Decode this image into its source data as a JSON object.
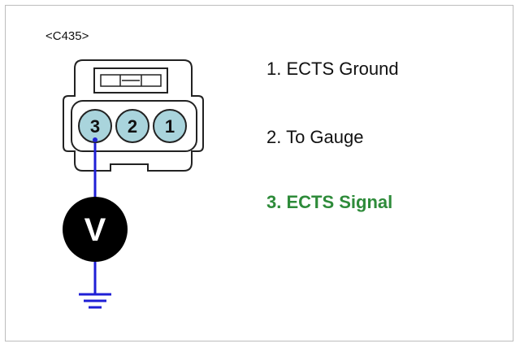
{
  "connector": {
    "label": "<C435>"
  },
  "pins": [
    {
      "number": "3"
    },
    {
      "number": "2"
    },
    {
      "number": "1"
    }
  ],
  "meter": {
    "symbol": "V"
  },
  "legend": [
    {
      "text": "1. ECTS Ground",
      "color": "#111111"
    },
    {
      "text": "2. To Gauge",
      "color": "#111111"
    },
    {
      "text": "3. ECTS Signal",
      "color": "#2e8b3a"
    }
  ],
  "colors": {
    "pin_fill": "#a9d4dc",
    "wire": "#1f1fd6",
    "meter_fill": "#000000",
    "highlight": "#2e8b3a"
  },
  "icons": {
    "meter": "voltmeter-icon",
    "ground": "ground-symbol-icon"
  }
}
